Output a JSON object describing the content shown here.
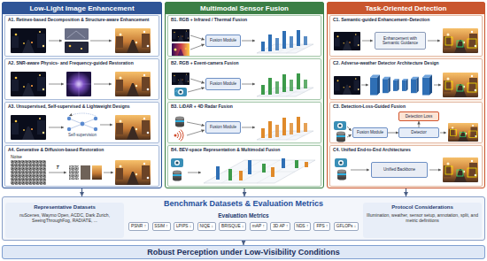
{
  "diagram": {
    "nodes": [
      {
        "text": [
          "Low-Light Image Enhancement"
        ]
      },
      {
        "text": [
          "A1. Retinex-based Decomposition & Structure-aware Enhancement"
        ],
        "in": 0
      },
      {
        "text": [
          "A2. SNR-aware Physics- and Frequency-guided Restoration"
        ],
        "in": 0
      },
      {
        "text": [
          "A3. Unsupervised, Self-supervised & Lightweight Designs"
        ],
        "in": 0
      },
      {
        "text": [
          "A4. Generative & Diffusion-based Restoration"
        ],
        "in": 0
      },
      {
        "text": [
          "Multimodal Sensor Fusion"
        ]
      },
      {
        "text": [
          "B1. RGB + Infrared / Thermal Fusion"
        ],
        "in": 5
      },
      {
        "text": [
          "Fusion Module"
        ],
        "in": 6
      },
      {
        "text": [
          "B2. RGB + Event-camera Fusion"
        ],
        "in": 5
      },
      {
        "text": [
          "Fusion Module"
        ],
        "in": 8
      },
      {
        "text": [
          "B3. LiDAR + 4D Radar Fusion"
        ],
        "in": 5
      },
      {
        "text": [
          "Fusion Module"
        ],
        "in": 10
      },
      {
        "text": [
          "B4. BEV-space Representation & Multimodal Fusion"
        ],
        "in": 5
      },
      {
        "text": [
          "Task-Oriented Detection"
        ]
      },
      {
        "text": [
          "C1. Semantic-guided Enhancement–Detection"
        ],
        "in": 13
      },
      {
        "text": [
          "Enhancement with Semantic Guidance"
        ],
        "in": 14
      },
      {
        "text": [
          "C2. Adverse-weather Detector Architecture Design"
        ],
        "in": 13
      },
      {
        "text": [
          "C3. Detection-Loss-Guided Fusion"
        ],
        "in": 13
      },
      {
        "text": [
          "Detection Loss"
        ],
        "in": 17
      },
      {
        "text": [
          "Fusion Module"
        ],
        "in": 17
      },
      {
        "text": [
          "Detector"
        ],
        "in": 17
      },
      {
        "text": [
          "C4. Unified End-to-End Architectures"
        ],
        "in": 13
      },
      {
        "text": [
          "Unified Backbone"
        ],
        "in": 21
      },
      {
        "text": [
          "Benchmark Datasets & Evaluation Metrics"
        ]
      },
      {
        "text": [
          "Representative Datasets",
          "nuScenes, Waymo Open, ACDC, Dark Zurich, SeeingThroughFog, RADIATE, ..."
        ],
        "in": 23
      },
      {
        "text": [
          "PSNR ↑"
        ],
        "in": 23
      },
      {
        "text": [
          "SSIM ↑"
        ],
        "in": 23
      },
      {
        "text": [
          "LPIPS ↓"
        ],
        "in": 23
      },
      {
        "text": [
          "NIQE ↓"
        ],
        "in": 23
      },
      {
        "text": [
          "BRISQUE ↓"
        ],
        "in": 23
      },
      {
        "text": [
          "mAP ↑"
        ],
        "in": 23
      },
      {
        "text": [
          "3D AP ↑"
        ],
        "in": 23
      },
      {
        "text": [
          "NDS ↑"
        ],
        "in": 23
      },
      {
        "text": [
          "FPS ↑"
        ],
        "in": 23
      },
      {
        "text": [
          "GFLOPs ↓"
        ],
        "in": 23
      },
      {
        "text": [
          "Protocol Considerations",
          "Illumination, weather, sensor setup, annotation, split, and metric definitions"
        ],
        "in": 23
      },
      {
        "text": [
          "Robust Perception under Low-Visibility Conditions"
        ]
      }
    ],
    "edges": [
      {
        "from": 0,
        "to": 23,
        "arrow": "to"
      },
      {
        "from": 5,
        "to": 23,
        "arrow": "to"
      },
      {
        "from": 13,
        "to": 23,
        "arrow": "to"
      },
      {
        "from": 23,
        "to": 36,
        "arrow": "to"
      },
      {
        "from": 19,
        "to": 20,
        "arrow": "to"
      },
      {
        "from": 20,
        "to": 18,
        "arrow": "to"
      }
    ],
    "labels": [
      "Self-supervision",
      "Noise",
      "T",
      "Evaluation Metrics"
    ]
  }
}
